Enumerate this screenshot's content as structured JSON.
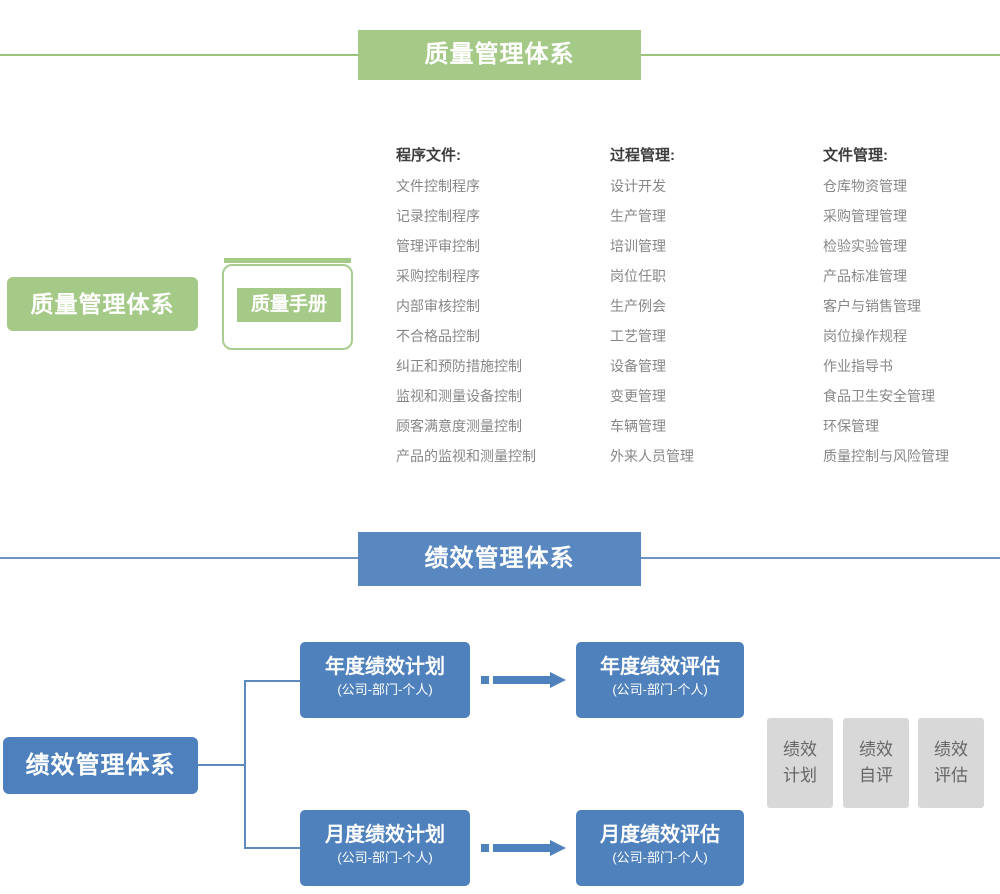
{
  "quality": {
    "banner": "质量管理体系",
    "root_label": "质量管理体系",
    "manual_label": "质量手册",
    "columns": [
      {
        "header": "程序文件:",
        "items": [
          "文件控制程序",
          "记录控制程序",
          "管理评审控制",
          "采购控制程序",
          "内部审核控制",
          "不合格品控制",
          "纠正和预防措施控制",
          "监视和测量设备控制",
          "顾客满意度测量控制",
          "产品的监视和测量控制"
        ]
      },
      {
        "header": "过程管理:",
        "items": [
          "设计开发",
          "生产管理",
          "培训管理",
          "岗位任职",
          "生产例会",
          "工艺管理",
          "设备管理",
          "变更管理",
          "车辆管理",
          "外来人员管理"
        ]
      },
      {
        "header": "文件管理:",
        "items": [
          "仓库物资管理",
          "采购管理管理",
          "检验实验管理",
          "产品标准管理",
          "客户与销售管理",
          "岗位操作规程",
          "作业指导书",
          "食品卫生安全管理",
          "环保管理",
          "质量控制与风险管理"
        ]
      }
    ]
  },
  "performance": {
    "banner": "绩效管理体系",
    "root_label": "绩效管理体系",
    "flow": {
      "annual_plan": {
        "title": "年度绩效计划",
        "subtitle": "(公司-部门-个人)"
      },
      "annual_eval": {
        "title": "年度绩效评估",
        "subtitle": "(公司-部门-个人)"
      },
      "monthly_plan": {
        "title": "月度绩效计划",
        "subtitle": "(公司-部门-个人)"
      },
      "monthly_eval": {
        "title": "月度绩效评估",
        "subtitle": "(公司-部门-个人)"
      }
    },
    "stages": [
      {
        "line1": "绩效",
        "line2": "计划"
      },
      {
        "line1": "绩效",
        "line2": "自评"
      },
      {
        "line1": "绩效",
        "line2": "评估"
      }
    ]
  },
  "colors": {
    "green": "#a5ca88",
    "green_line": "#9cc57c",
    "blue": "#4f81bd",
    "blue_banner": "#5987bf",
    "blue_line": "#6b95c3",
    "connector": "#5d89be",
    "gray_box": "#d8d8d8",
    "heading_text": "#3d3d3d",
    "item_text": "#878787"
  }
}
